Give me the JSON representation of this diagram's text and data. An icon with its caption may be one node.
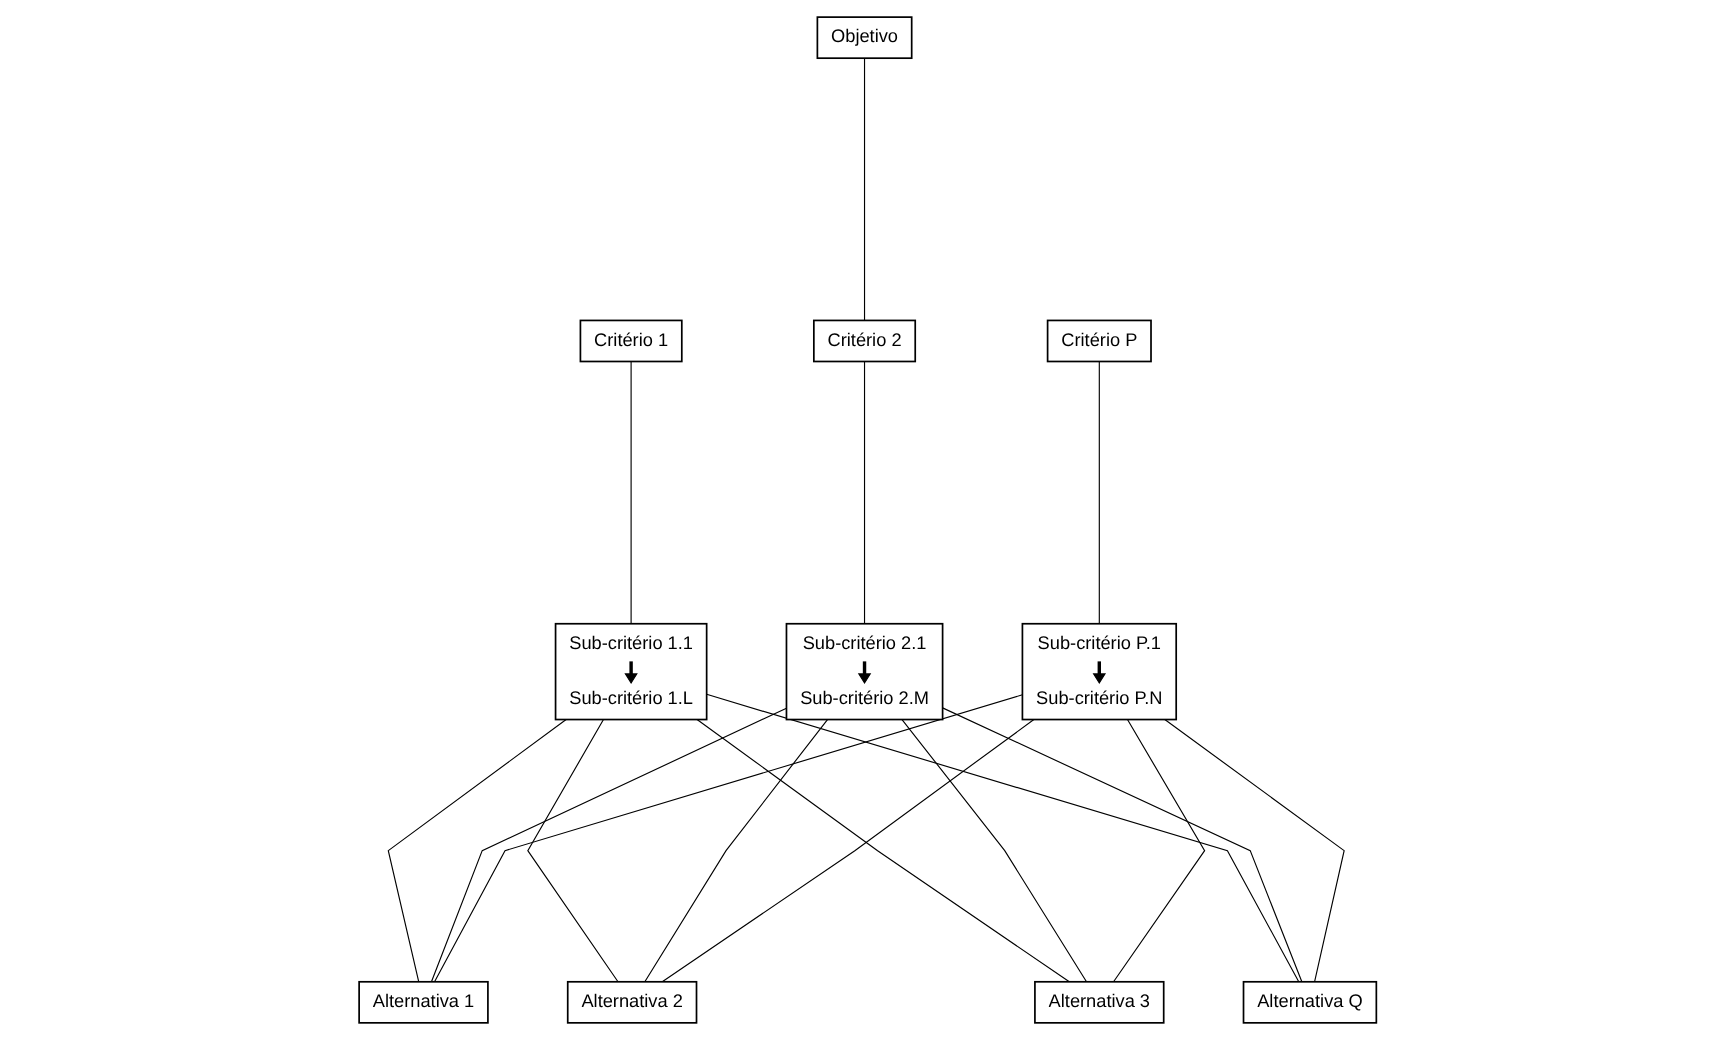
{
  "diagram": {
    "nodes": [
      {
        "text": [
          "Objetivo"
        ]
      },
      {
        "text": [
          "Critério 1"
        ]
      },
      {
        "text": [
          "Critério 2"
        ]
      },
      {
        "text": [
          "Critério P"
        ]
      },
      {
        "text": [
          "Sub-critério 1.1",
          "Sub-critério 1.L"
        ]
      },
      {
        "text": [
          "Sub-critério 2.1",
          "Sub-critério 2.M"
        ]
      },
      {
        "text": [
          "Sub-critério P.1",
          "Sub-critério P.N"
        ]
      },
      {
        "text": [
          "Alternativa 1"
        ]
      },
      {
        "text": [
          "Alternativa 2"
        ]
      },
      {
        "text": [
          "Alternativa 3"
        ]
      },
      {
        "text": [
          "Alternativa Q"
        ]
      }
    ],
    "edges": [
      {
        "from": 0,
        "to": 2,
        "arrow": "none"
      },
      {
        "from": 1,
        "to": 4,
        "arrow": "none"
      },
      {
        "from": 2,
        "to": 5,
        "arrow": "none"
      },
      {
        "from": 3,
        "to": 6,
        "arrow": "none"
      },
      {
        "from": 4,
        "to": 7,
        "arrow": "none"
      },
      {
        "from": 4,
        "to": 8,
        "arrow": "none"
      },
      {
        "from": 4,
        "to": 9,
        "arrow": "none"
      },
      {
        "from": 4,
        "to": 10,
        "arrow": "none"
      },
      {
        "from": 5,
        "to": 7,
        "arrow": "none"
      },
      {
        "from": 5,
        "to": 8,
        "arrow": "none"
      },
      {
        "from": 5,
        "to": 9,
        "arrow": "none"
      },
      {
        "from": 5,
        "to": 10,
        "arrow": "none"
      },
      {
        "from": 6,
        "to": 7,
        "arrow": "none"
      },
      {
        "from": 6,
        "to": 8,
        "arrow": "none"
      },
      {
        "from": 6,
        "to": 9,
        "arrow": "none"
      },
      {
        "from": 6,
        "to": 10,
        "arrow": "none"
      }
    ]
  }
}
